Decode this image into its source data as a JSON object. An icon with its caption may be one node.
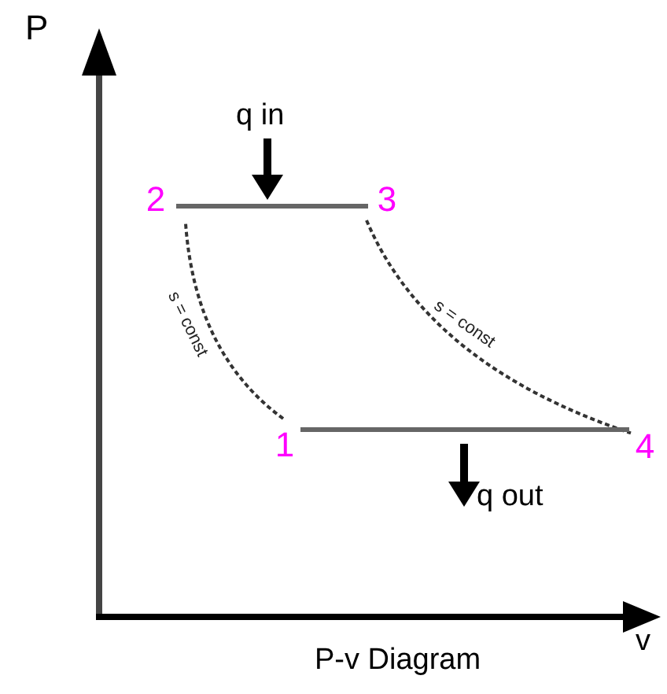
{
  "diagram": {
    "caption": "P-v Diagram",
    "nodes": [
      {
        "text": [
          "2"
        ]
      },
      {
        "text": [
          "3"
        ]
      },
      {
        "text": [
          "1"
        ]
      },
      {
        "text": [
          "4"
        ]
      }
    ],
    "edges": [
      {
        "from": 0,
        "to": 1,
        "arrow": "none"
      },
      {
        "from": 1,
        "to": 3,
        "arrow": "none",
        "label": "s = const",
        "style": "dashed"
      },
      {
        "from": 3,
        "to": 2,
        "arrow": "none"
      },
      {
        "from": 2,
        "to": 0,
        "arrow": "none",
        "label": "s = const",
        "style": "dashed"
      }
    ],
    "labels": [
      "P",
      "q in",
      "q out",
      "v"
    ]
  }
}
